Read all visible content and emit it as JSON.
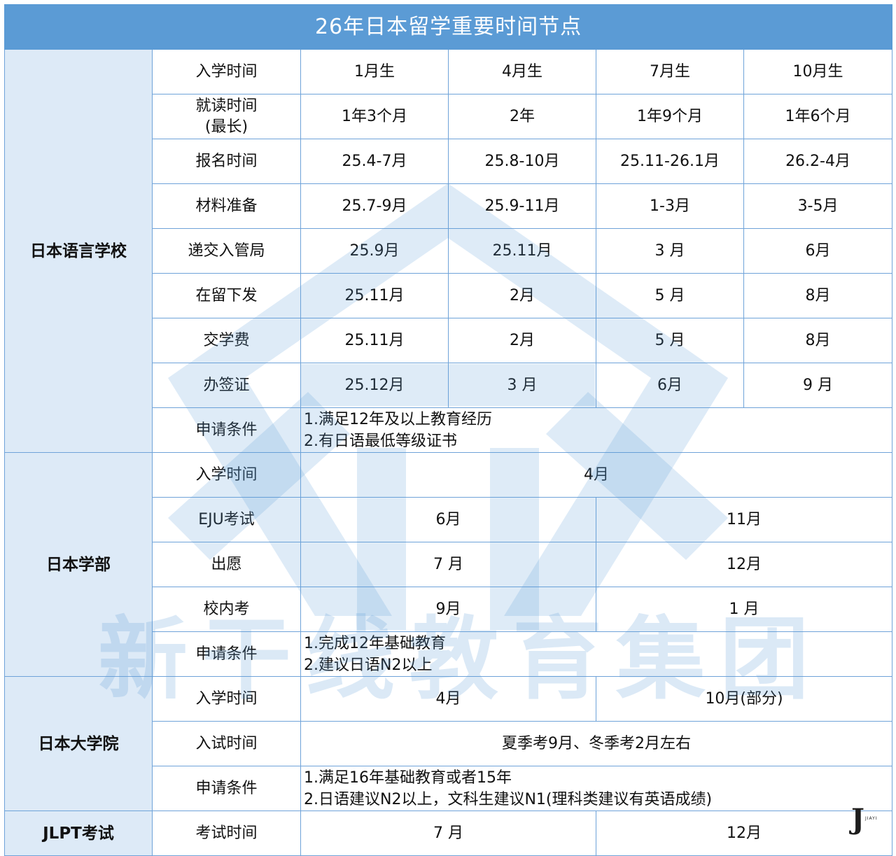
{
  "title": "26年日本留学重要时间节点",
  "language_school": {
    "category": "日本语言学校",
    "rows": [
      {
        "label": "入学时间",
        "values": [
          "1月生",
          "4月生",
          "7月生",
          "10月生"
        ]
      },
      {
        "label": "就读时间(最长)",
        "label_line1": "就读时间",
        "label_line2": "(最长)",
        "values": [
          "1年3个月",
          "2年",
          "1年9个月",
          "1年6个月"
        ]
      },
      {
        "label": "报名时间",
        "values": [
          "25.4-7月",
          "25.8-10月",
          "25.11-26.1月",
          "26.2-4月"
        ]
      },
      {
        "label": "材料准备",
        "values": [
          "25.7-9月",
          "25.9-11月",
          "1-3月",
          "3-5月"
        ]
      },
      {
        "label": "递交入管局",
        "values": [
          "25.9月",
          "25.11月",
          "3 月",
          "6月"
        ]
      },
      {
        "label": "在留下发",
        "values": [
          "25.11月",
          "2月",
          "5 月",
          "8月"
        ]
      },
      {
        "label": "交学费",
        "values": [
          "25.11月",
          "2月",
          "5 月",
          "8月"
        ]
      },
      {
        "label": "办签证",
        "values": [
          "25.12月",
          "3 月",
          "6月",
          "9 月"
        ]
      }
    ],
    "conditions": {
      "label": "申请条件",
      "lines": [
        "1.满足12年及以上教育经历",
        "2.有日语最低等级证书"
      ]
    }
  },
  "undergraduate": {
    "category": "日本学部",
    "admission": {
      "label": "入学时间",
      "value": "4月"
    },
    "rows": [
      {
        "label": "EJU考试",
        "values": [
          "6月",
          "11月"
        ]
      },
      {
        "label": "出愿",
        "values": [
          "7 月",
          "12月"
        ]
      },
      {
        "label": "校内考",
        "values": [
          "9月",
          "1 月"
        ]
      }
    ],
    "conditions": {
      "label": "申请条件",
      "lines": [
        "1.完成12年基础教育",
        "2.建议日语N2以上"
      ]
    }
  },
  "graduate": {
    "category": "日本大学院",
    "admission": {
      "label": "入学时间",
      "values": [
        "4月",
        "10月(部分)"
      ]
    },
    "exam": {
      "label": "入试时间",
      "value": "夏季考9月、冬季考2月左右"
    },
    "conditions": {
      "label": "申请条件",
      "lines": [
        "1.满足16年基础教育或者15年",
        "2.日语建议N2以上，文科生建议N1(理科类建议有英语成绩)"
      ]
    }
  },
  "jlpt": {
    "category": "JLPT考试",
    "row": {
      "label": "考试时间",
      "values": [
        "7 月",
        "12月"
      ]
    }
  },
  "watermark": "新干线教育集团",
  "logo": {
    "mark": "J",
    "text": "JIAYI"
  },
  "colors": {
    "header": "#5b9bd5",
    "category_bg": "#ddeaf7",
    "border": "#6fa3d9"
  }
}
